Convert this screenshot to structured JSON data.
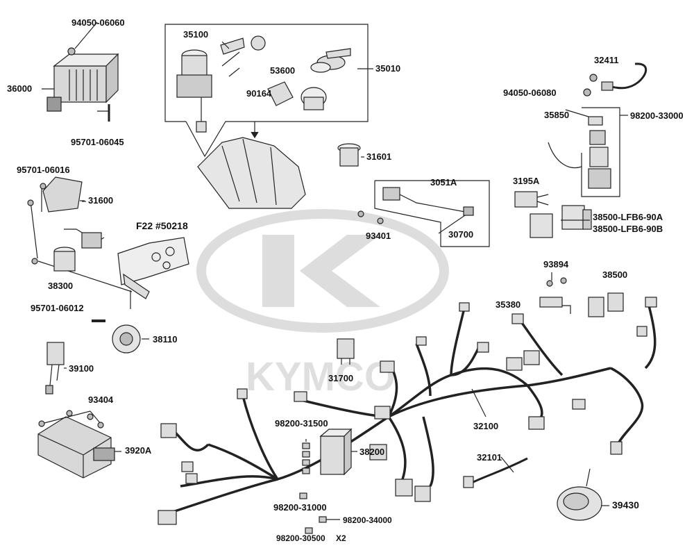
{
  "brand": {
    "watermark": "KYMCO"
  },
  "labels": {
    "p94050_06060": "94050-06060",
    "p36000": "36000",
    "p95701_06045": "95701-06045",
    "p35100": "35100",
    "p90164": "90164",
    "p53600": "53600",
    "p35010": "35010",
    "p32411": "32411",
    "p94050_06080": "94050-06080",
    "p35850": "35850",
    "p98200_33000": "98200-33000",
    "p31601": "31601",
    "p3195A": "3195A",
    "p38500_LFB6_90A": "38500-LFB6-90A",
    "p38500_LFB6_90B": "38500-LFB6-90B",
    "p95701_06016": "95701-06016",
    "p31600": "31600",
    "p3051A": "3051A",
    "pF22": "F22 #50218",
    "p93401": "93401",
    "p30700": "30700",
    "p38300": "38300",
    "p93894": "93894",
    "p38500": "38500",
    "p35380": "35380",
    "p95701_06012": "95701-06012",
    "p38110": "38110",
    "p39100": "39100",
    "p31700": "31700",
    "p93404": "93404",
    "p32100": "32100",
    "p98200_31500": "98200-31500",
    "p38200": "38200",
    "p3920A": "3920A",
    "p32101": "32101",
    "p98200_31000": "98200-31000",
    "p98200_34000": "98200-34000",
    "p98200_30500": "98200-30500",
    "pX2": "X2",
    "p39430": "39430"
  }
}
